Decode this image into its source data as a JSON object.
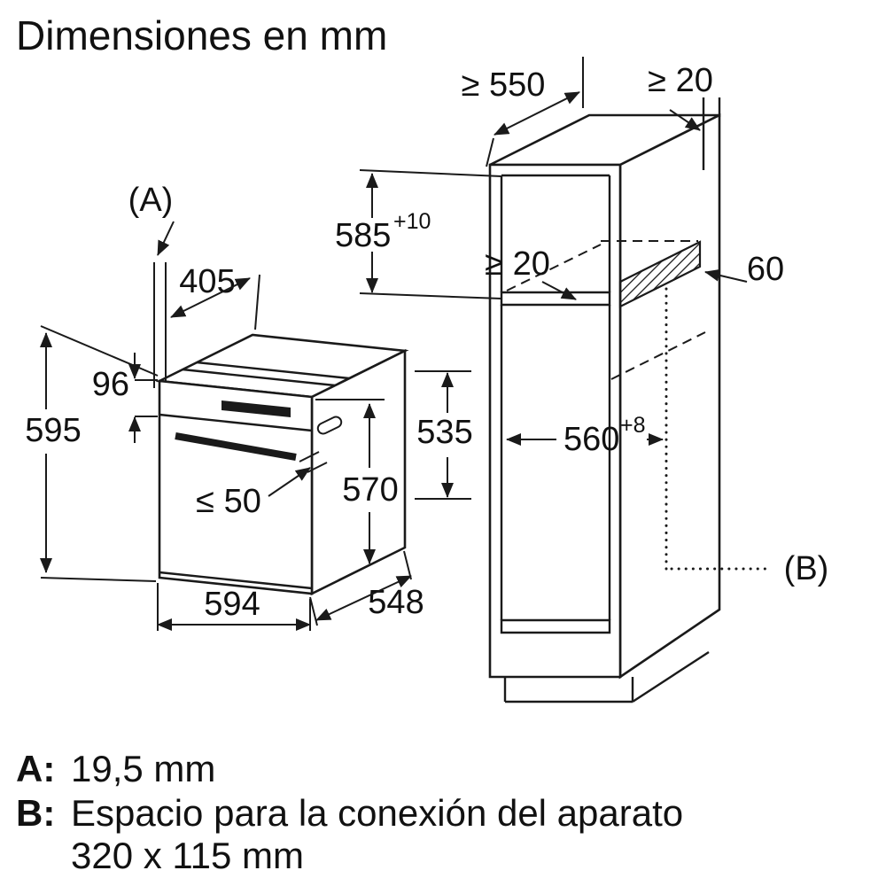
{
  "title": "Dimensiones en mm",
  "diagram": {
    "oven": {
      "label_a": "(A)",
      "d405": "405",
      "d96": "96",
      "d595": "595",
      "d50": "≤ 50",
      "d570": "570",
      "d535": "535",
      "d594": "594",
      "d548": "548"
    },
    "cabinet": {
      "d550": "≥ 550",
      "d20top": "≥ 20",
      "d585": "585",
      "d585sup": "+10",
      "d20mid": "≥ 20",
      "d60": "60",
      "d560": "560",
      "d560sup": "+8",
      "label_b": "(B)"
    }
  },
  "legend": {
    "a_key": "A:",
    "a_val": "19,5 mm",
    "b_key": "B:",
    "b_val": "Espacio para la conexión del aparato",
    "b_val2": "320 x 115 mm"
  },
  "colors": {
    "ink": "#1a1a1a",
    "background": "#ffffff"
  }
}
